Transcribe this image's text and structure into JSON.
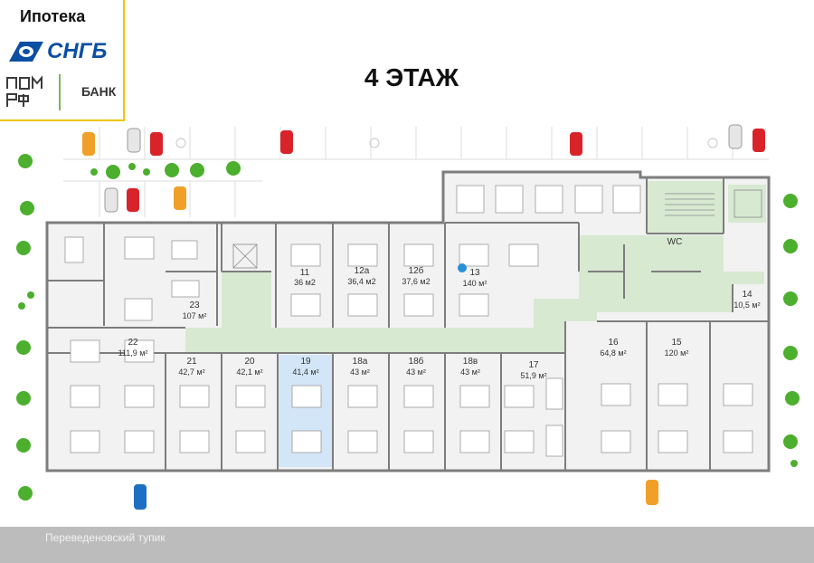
{
  "header": {
    "mortgage_label": "Ипотека",
    "bank1_name": "СНГБ",
    "bank2_name": "БАНК",
    "floor_title": "4 ЭТАЖ"
  },
  "street": {
    "name": "Переведеновский тупик"
  },
  "rooms": [
    {
      "id": "11",
      "area": "36 м2"
    },
    {
      "id": "12а",
      "area": "36,4 м2"
    },
    {
      "id": "12б",
      "area": "37,6 м2"
    },
    {
      "id": "13",
      "area": "140 м²"
    },
    {
      "id": "14",
      "area": "10,5 м²"
    },
    {
      "id": "15",
      "area": "120 м²"
    },
    {
      "id": "16",
      "area": "64,8 м²"
    },
    {
      "id": "17",
      "area": "51,9 м²"
    },
    {
      "id": "18в",
      "area": "43 м²"
    },
    {
      "id": "18б",
      "area": "43 м²"
    },
    {
      "id": "18а",
      "area": "43 м²"
    },
    {
      "id": "19",
      "area": "41,4 м²"
    },
    {
      "id": "20",
      "area": "42,1 м²"
    },
    {
      "id": "21",
      "area": "42,7 м²"
    },
    {
      "id": "22",
      "area": "111,9 м²"
    },
    {
      "id": "23",
      "area": "107 м²"
    }
  ],
  "labels": {
    "wc": "WC"
  },
  "colors": {
    "wall": "#7d7d7d",
    "floor": "#f2f2f2",
    "corridor": "#d8e9d2",
    "highlight": "#d3e6f7",
    "tree": "#4caf2e",
    "brand_blue": "#0a4fa3",
    "logo_border": "#f2c300"
  }
}
